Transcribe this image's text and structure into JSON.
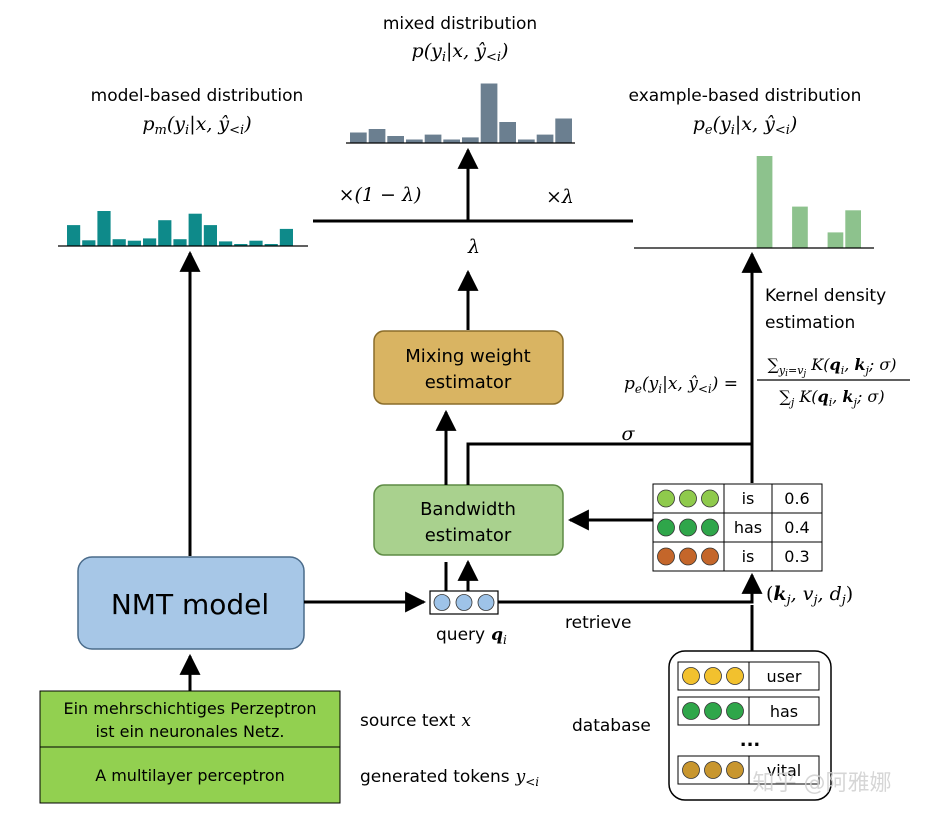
{
  "distributions": {
    "model": {
      "label": "model-based distribution",
      "formula": "p_m(y_i|x, ŷ_<i)",
      "color": "#0e8a8a",
      "bars": [
        0.55,
        0.15,
        0.92,
        0.18,
        0.14,
        0.2,
        0.68,
        0.18,
        0.85,
        0.55,
        0.12,
        0.05,
        0.14,
        0.03,
        0.45
      ]
    },
    "mixed": {
      "label": "mixed distribution",
      "formula": "p(y_i|x, ŷ_<i)",
      "color": "#6b7f90",
      "bars": [
        0.15,
        0.2,
        0.1,
        0.05,
        0.12,
        0.05,
        0.08,
        0.85,
        0.3,
        0.05,
        0.12,
        0.35
      ]
    },
    "example": {
      "label": "example-based distribution",
      "formula": "p_e(y_i|x, ŷ_<i)",
      "color": "#8dc28d",
      "bars": [
        0.0,
        1.0,
        0.0,
        0.45,
        0.0,
        0.17,
        0.41
      ]
    }
  },
  "mix": {
    "left_weight": "×(1 − λ)",
    "right_weight": "×λ",
    "lambda": "λ",
    "sigma": "σ"
  },
  "boxes": {
    "mixing": {
      "line1": "Mixing weight",
      "line2": "estimator",
      "fill": "#d9b462",
      "stroke": "#8a6d2a"
    },
    "bandwidth": {
      "line1": "Bandwidth",
      "line2": "estimator",
      "fill": "#a9d18e",
      "stroke": "#5e8b45"
    },
    "nmt": {
      "label": "NMT model",
      "fill": "#a7c7e7",
      "stroke": "#4a6b8a"
    }
  },
  "kde": {
    "label1": "Kernel density",
    "label2": "estimation"
  },
  "formula": {
    "lhs": "p_e(y_i|x, ŷ_<i) =",
    "num": "Σ_{y_i=v_j} K(q_i, k_j; σ)",
    "den": "Σ_j K(q_i, k_j; σ)"
  },
  "retrieved": {
    "rows": [
      {
        "colors": [
          "#8fca4c",
          "#8fca4c",
          "#8fca4c"
        ],
        "token": "is",
        "score": "0.6"
      },
      {
        "colors": [
          "#2fa64a",
          "#2fa64a",
          "#2fa64a"
        ],
        "token": "has",
        "score": "0.4"
      },
      {
        "colors": [
          "#c4662a",
          "#c4662a",
          "#c4662a"
        ],
        "token": "is",
        "score": "0.3"
      }
    ]
  },
  "query": {
    "label": "query",
    "var": "q_i",
    "dot_color": "#9ec3e8"
  },
  "retrieve_label": "retrieve",
  "kvd_label": "(k_j, v_j, d_j)",
  "database": {
    "label": "database",
    "rows": [
      {
        "colors": [
          "#f2c12e",
          "#f2c12e",
          "#f2c12e"
        ],
        "token": "user"
      },
      {
        "colors": [
          "#2fa64a",
          "#2fa64a",
          "#2fa64a"
        ],
        "token": "has"
      },
      {
        "colors": [
          "#c8962e",
          "#c8962e",
          "#c8962e"
        ],
        "token": "vital"
      }
    ],
    "ellipsis": "..."
  },
  "source": {
    "line1": "Ein mehrschichtiges Perzeptron",
    "line2": "ist ein neuronales Netz.",
    "label": "source text"
  },
  "generated": {
    "text": "A multilayer perceptron",
    "label": "generated tokens"
  },
  "watermark": "知乎 @阿雅娜"
}
